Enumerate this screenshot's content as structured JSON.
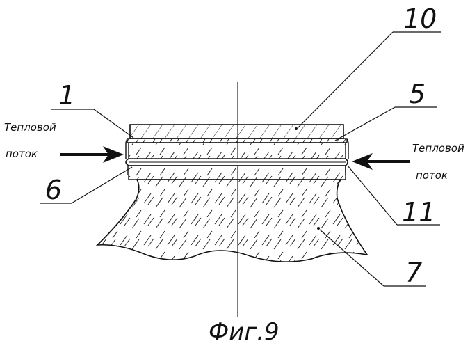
{
  "figure": {
    "caption": "Фиг.9"
  },
  "labels": {
    "part_1": "1",
    "part_5": "5",
    "part_6": "6",
    "part_7": "7",
    "part_10": "10",
    "part_11": "11"
  },
  "heat_flow": {
    "left_line1": "Тепловой",
    "left_line2": "поток",
    "right_line1": "Тепловой",
    "right_line2": "поток"
  },
  "colors": {
    "ink": "#111111",
    "background": "#ffffff"
  }
}
